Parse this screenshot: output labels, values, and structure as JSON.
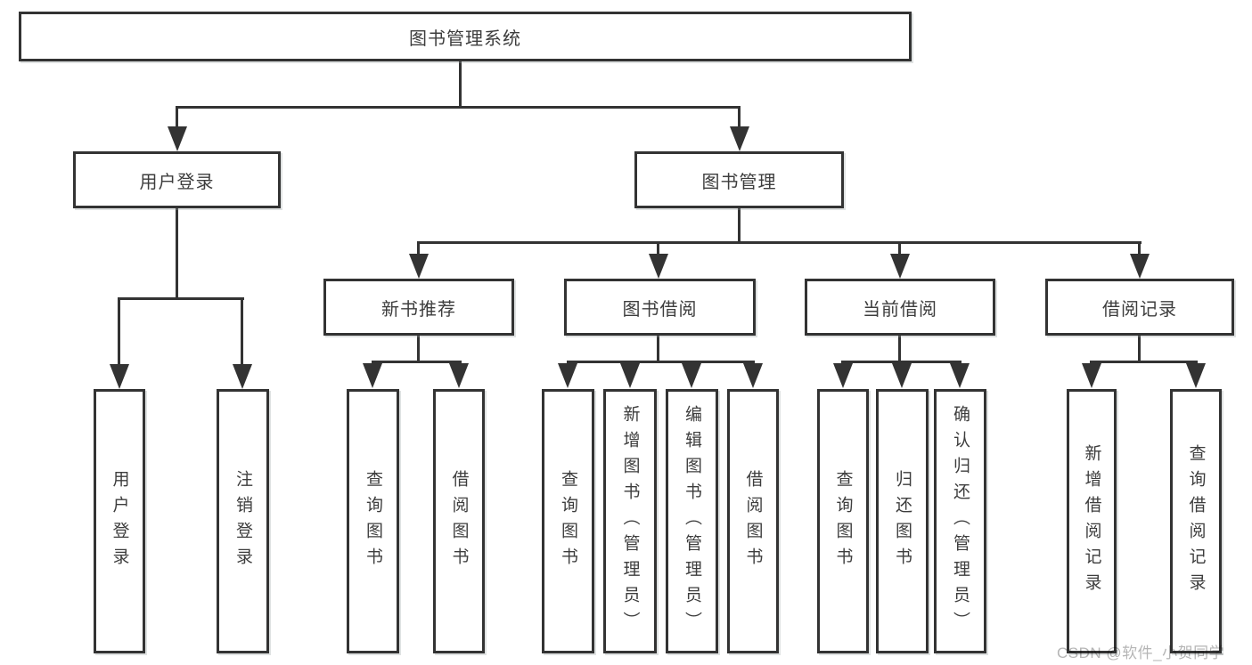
{
  "diagram": {
    "root": "图书管理系统",
    "branches": {
      "user_login": "用户登录",
      "book_management": "图书管理"
    },
    "modules": {
      "new_book_recommend": "新书推荐",
      "book_borrowing": "图书借阅",
      "current_borrowing": "当前借阅",
      "borrowing_records": "借阅记录"
    },
    "functions": {
      "user_login": "用户登录",
      "logout": "注销登录",
      "nb_query_books": "查询图书",
      "nb_borrow_books": "借阅图书",
      "bb_query_books": "查询图书",
      "bb_add_books_admin": "新增图书（管理员）",
      "bb_edit_books_admin": "编辑图书（管理员）",
      "bb_borrow_books": "借阅图书",
      "cb_query_books": "查询图书",
      "cb_return_books": "归还图书",
      "cb_confirm_return_admin": "确认归还（管理员）",
      "br_add_record": "新增借阅记录",
      "br_query_record": "查询借阅记录"
    }
  },
  "watermark": {
    "text": "CSDN @软件_小贺同学"
  },
  "colors": {
    "line": "#333333",
    "box_border": "#333333",
    "text": "#3d3d3d",
    "watermark": "#b5b5b5",
    "background": "#ffffff"
  }
}
